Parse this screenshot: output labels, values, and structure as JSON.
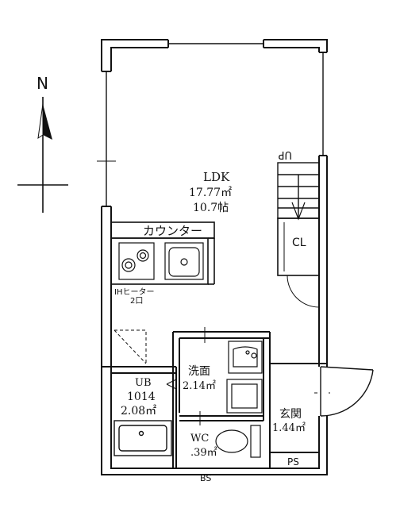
{
  "compass": {
    "north": "N"
  },
  "rooms": {
    "ldk": {
      "name": "LDK",
      "area": "17.77㎡",
      "tatami": "10.7帖"
    },
    "washroom": {
      "name": "洗面",
      "area": "2.14㎡"
    },
    "bath": {
      "name": "UB",
      "size": "1014",
      "area": "2.08㎡"
    },
    "entrance": {
      "name": "玄関",
      "area": "1.44㎡"
    },
    "toilet": {
      "name": "WC",
      "area": ".39㎡"
    }
  },
  "labels": {
    "stairs": "UP",
    "closet": "CL",
    "counter": "カウンター",
    "heater": "IHヒーター",
    "heater_burners": "2口",
    "pipe_space": "PS",
    "balcony": "BS"
  }
}
